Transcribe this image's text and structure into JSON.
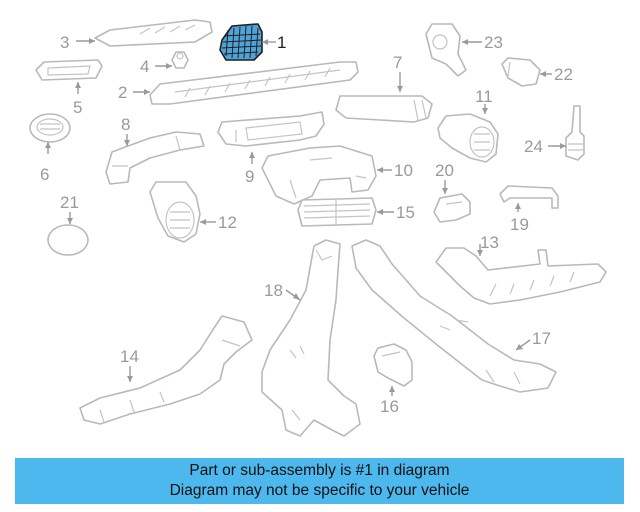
{
  "callouts": {
    "p1": "1",
    "p2": "2",
    "p3": "3",
    "p4": "4",
    "p5": "5",
    "p6": "6",
    "p7": "7",
    "p8": "8",
    "p9": "9",
    "p10": "10",
    "p11": "11",
    "p12": "12",
    "p13": "13",
    "p14": "14",
    "p15": "15",
    "p16": "16",
    "p17": "17",
    "p18": "18",
    "p19": "19",
    "p20": "20",
    "p21": "21",
    "p22": "22",
    "p23": "23",
    "p24": "24"
  },
  "highlight_color": "#4fa3d8",
  "banner": {
    "color": "#4db8ee",
    "line1": "Part or sub-assembly is #1 in diagram",
    "line2": "Diagram may not be specific to your vehicle"
  }
}
